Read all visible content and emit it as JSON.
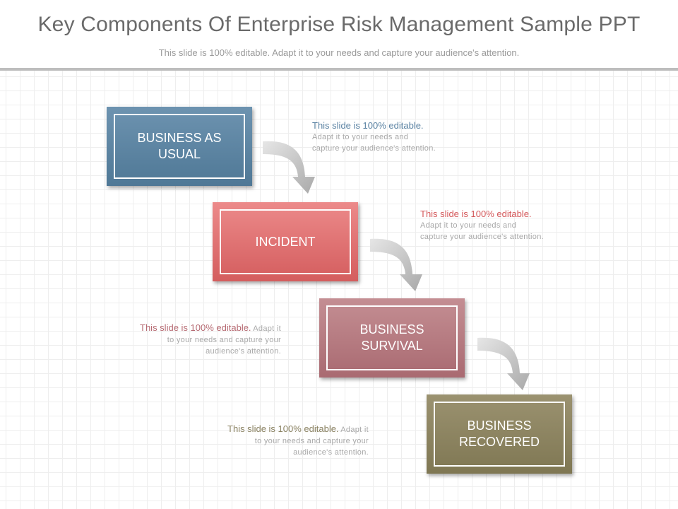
{
  "header": {
    "title": "Key Components Of  Enterprise Risk Management Sample PPT",
    "subtitle": "This slide is 100% editable. Adapt it to your needs and capture your audience's attention."
  },
  "steps": [
    {
      "label": "BUSINESS AS\nUSUAL",
      "color": "#5c84a3"
    },
    {
      "label": "INCIDENT",
      "color": "#e07172"
    },
    {
      "label": "BUSINESS\nSURVIVAL",
      "color": "#b77c82"
    },
    {
      "label": "BUSINESS\nRECOVERED",
      "color": "#8b8362"
    }
  ],
  "notes": [
    {
      "highlight": "This slide is 100% editable.",
      "line1": "Adapt it to your needs and",
      "line2": "capture your audience's attention."
    },
    {
      "highlight": "This slide is 100% editable.",
      "line1": "Adapt it to your needs and",
      "line2": "capture your audience's attention."
    },
    {
      "highlight": "This slide is 100% editable.",
      "line1": "Adapt it",
      "line2": "to your needs and capture your",
      "line3": "audience's attention."
    },
    {
      "highlight": "This slide is 100% editable.",
      "line1": "Adapt it",
      "line2": "to your needs and capture your",
      "line3": "audience's attention."
    }
  ]
}
